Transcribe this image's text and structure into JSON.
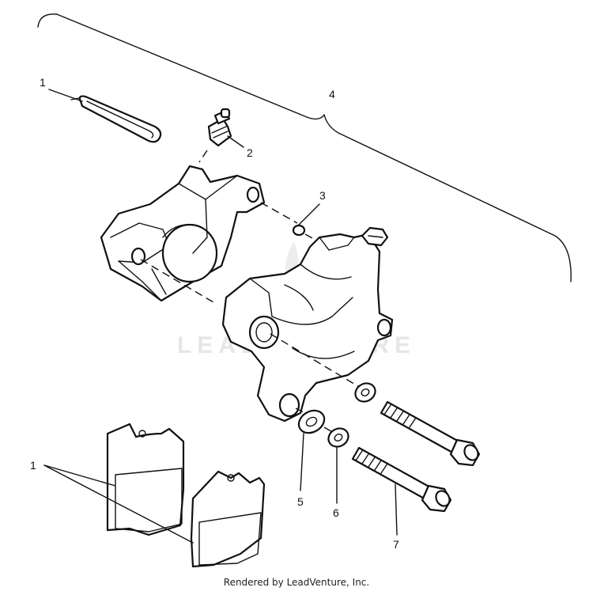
{
  "diagram": {
    "callouts": [
      {
        "id": "c1a",
        "label": "1"
      },
      {
        "id": "c1b",
        "label": "1"
      },
      {
        "id": "c2",
        "label": "2"
      },
      {
        "id": "c3",
        "label": "3"
      },
      {
        "id": "c4",
        "label": "4"
      },
      {
        "id": "c5",
        "label": "5"
      },
      {
        "id": "c6",
        "label": "6"
      },
      {
        "id": "c7",
        "label": "7"
      }
    ],
    "watermark": "LEADVENTURE",
    "credit": "Rendered by LeadVenture, Inc."
  },
  "colors": {
    "line": "#111111",
    "background": "#ffffff",
    "watermark": "#e6e6e6"
  }
}
